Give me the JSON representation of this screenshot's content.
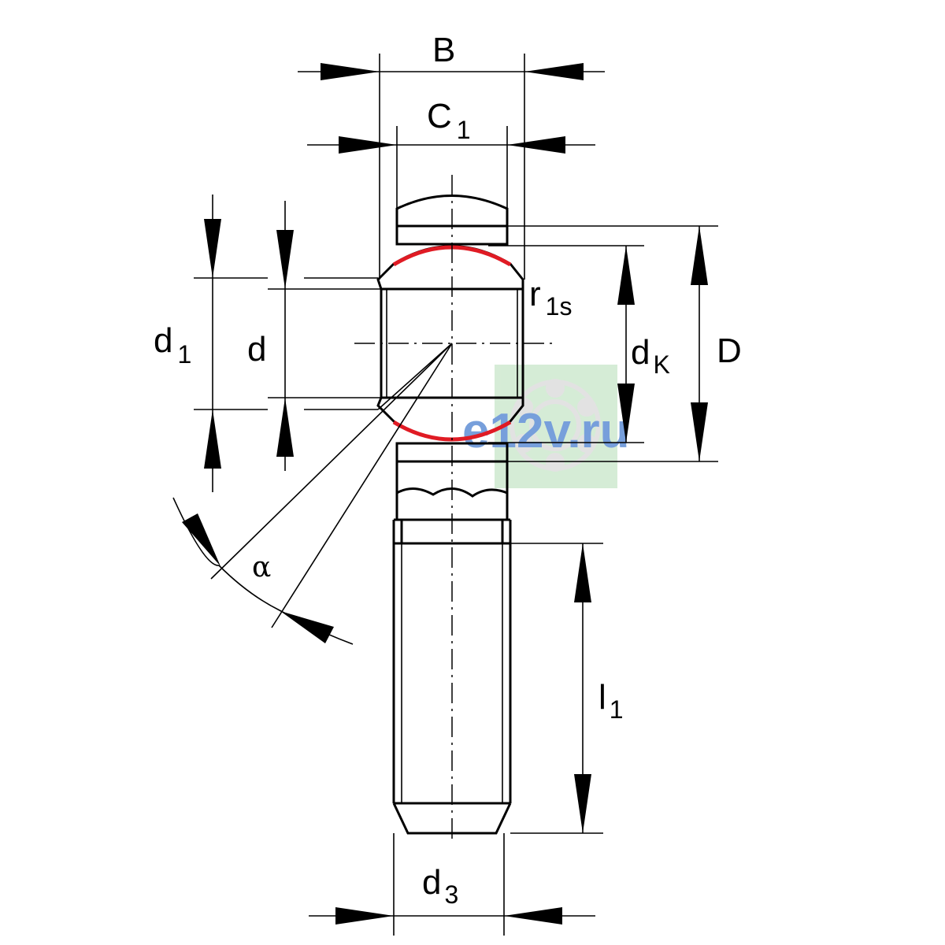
{
  "labels": {
    "B": "B",
    "C1_main": "C",
    "C1_sub": "1",
    "d1_main": "d",
    "d1_sub": "1",
    "d": "d",
    "r1s_main": "r",
    "r1s_sub": "1s",
    "dK_main": "d",
    "dK_sub": "K",
    "D": "D",
    "alpha": "α",
    "l1_main": "l",
    "l1_sub": "1",
    "d3_main": "d",
    "d3_sub": "3"
  },
  "watermark": {
    "text": "e12v.ru"
  },
  "colors": {
    "line": "#000000",
    "seal": "#e01b24",
    "watermark_text": "#4a7fd0",
    "watermark_bg": "#c8e6c9"
  }
}
